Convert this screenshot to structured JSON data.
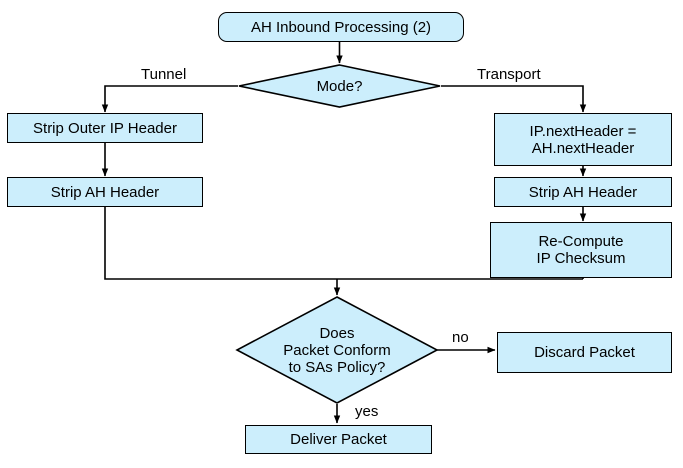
{
  "diagram": {
    "title_node": {
      "label": "AH Inbound Processing (2)"
    },
    "decisions": [
      {
        "id": "mode",
        "label": "Mode?"
      },
      {
        "id": "conform",
        "label": "Does\nPacket Conform\nto SAs Policy?"
      }
    ],
    "process_nodes": [
      {
        "id": "strip-outer-ip-header",
        "label": "Strip Outer IP Header"
      },
      {
        "id": "strip-ah-header-tunnel",
        "label": "Strip AH Header"
      },
      {
        "id": "ip-nextheader-assign",
        "label": "IP.nextHeader =\nAH.nextHeader"
      },
      {
        "id": "strip-ah-header-transport",
        "label": "Strip AH Header"
      },
      {
        "id": "recompute-ip-checksum",
        "label": "Re-Compute\nIP Checksum"
      },
      {
        "id": "discard-packet",
        "label": "Discard Packet"
      },
      {
        "id": "deliver-packet",
        "label": "Deliver Packet"
      }
    ],
    "edge_labels": [
      {
        "id": "tunnel",
        "label": "Tunnel"
      },
      {
        "id": "transport",
        "label": "Transport"
      },
      {
        "id": "no",
        "label": "no"
      },
      {
        "id": "yes",
        "label": "yes"
      }
    ],
    "colors": {
      "node_fill": "#cceefc",
      "node_stroke": "#000000",
      "background": "#ffffff",
      "text": "#000000"
    }
  }
}
